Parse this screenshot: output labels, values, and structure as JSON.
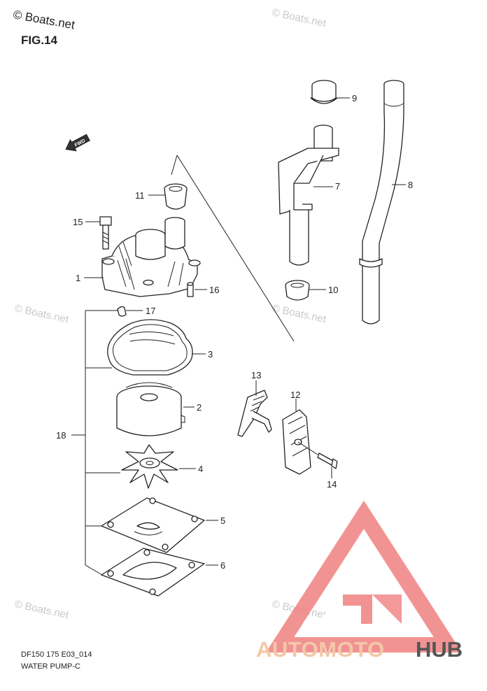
{
  "figure": {
    "title": "FIG.14",
    "copyright": "© Boats.net",
    "watermark": "© Boats.net",
    "forward_label": "FWD",
    "footer_code": "DF150 175 E03_014",
    "footer_name": "WATER PUMP-C"
  },
  "callouts": [
    "1",
    "2",
    "3",
    "4",
    "5",
    "6",
    "7",
    "8",
    "9",
    "10",
    "11",
    "12",
    "13",
    "14",
    "15",
    "16",
    "17",
    "18"
  ],
  "brand": {
    "logo_text_1": "AUTOMOTO",
    "logo_text_2": "HUB",
    "color_primary": "#f08080",
    "color_secondary": "#f3c8a8",
    "color_dark": "#555555"
  }
}
